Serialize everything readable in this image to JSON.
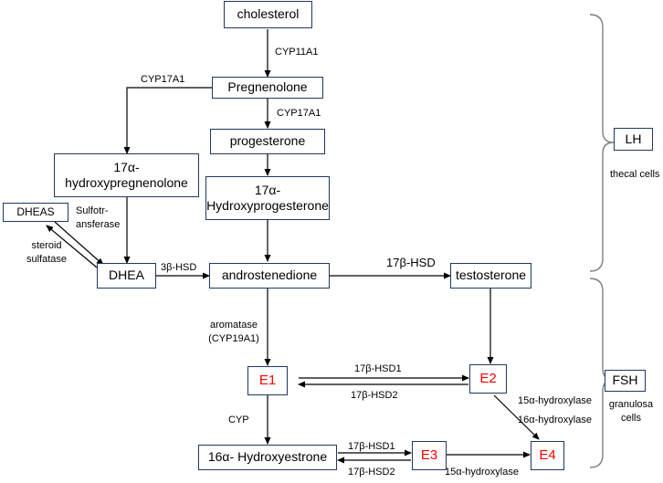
{
  "nodes": {
    "cholesterol": "cholesterol",
    "pregnenolone": "Pregnenolone",
    "progesterone": "progesterone",
    "hydroxypregnenolone": "17α-\nhydroxypregnenolone",
    "hydroxyprogesterone": "17α-\nHydroxyprogesterone",
    "dheas": "DHEAS",
    "dhea": "DHEA",
    "androstenedione": "androstenedione",
    "testosterone": "testosterone",
    "e1": "E1",
    "e2": "E2",
    "hydroxyestrone": "16α- Hydroxyestrone",
    "e3": "E3",
    "e4": "E4",
    "lh": "LH",
    "fsh": "FSH"
  },
  "labels": {
    "cyp11a1": "CYP11A1",
    "cyp17a1_left": "CYP17A1",
    "cyp17a1_center": "CYP17A1",
    "sulfotransferase": "Sulfotr-\nansferase",
    "steroid_sulfatase": "steroid\nsulfatase",
    "hsd3b": "3β-HSD",
    "hsd17b": "17β-HSD",
    "aromatase": "aromatase\n(CYP19A1)",
    "hsd17b1_upper": "17β-HSD1",
    "hsd17b2_upper": "17β-HSD2",
    "cyp": "CYP",
    "hydroxylase15_right": "15α-hydroxylase",
    "hydroxylase16_right": "16α-hydroxylase",
    "hsd17b1_lower": "17β-HSD1",
    "hsd17b2_lower": "17β-HSD2",
    "hydroxylase15_bottom": "15α-hydroxylase",
    "thecal_cells": "thecal cells",
    "granulosa_cells": "granulosa\ncells"
  },
  "colors": {
    "box_border": "#1f3864",
    "estrogen_text": "#ff0000",
    "line": "#000000",
    "brace": "#7f7f7f"
  }
}
